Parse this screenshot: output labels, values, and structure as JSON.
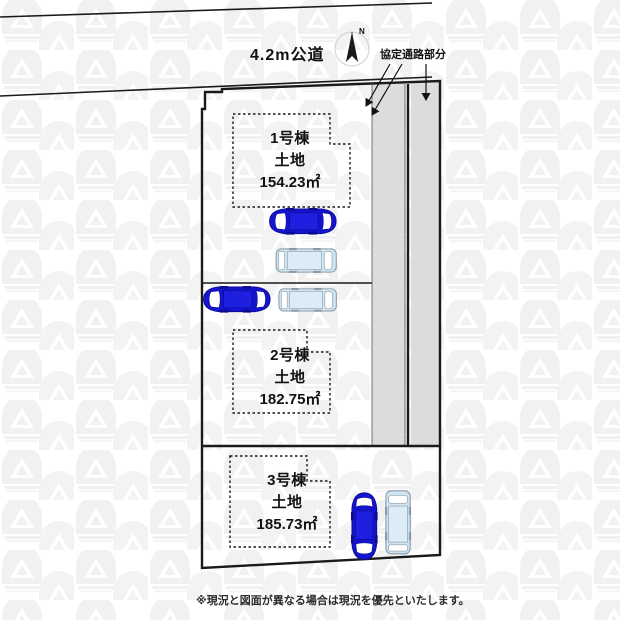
{
  "plan": {
    "road_label": "4.2m公道",
    "corridor_label": "協定通路部分",
    "compass_label": "N",
    "disclaimer": "※現況と図面が異なる場合は現況を優先といたします。",
    "lots": [
      {
        "id": "lot-1",
        "name": "1号棟",
        "kind": "土地",
        "area": "154.23",
        "unit": "㎡",
        "area_text": "154.23㎡"
      },
      {
        "id": "lot-2",
        "name": "2号棟",
        "kind": "土地",
        "area": "182.75",
        "unit": "㎡",
        "area_text": "182.75㎡"
      },
      {
        "id": "lot-3",
        "name": "3号棟",
        "kind": "土地",
        "area": "185.73",
        "unit": "㎡",
        "area_text": "185.73㎡"
      }
    ],
    "cars": [
      {
        "id": "car-lot1-sedan",
        "type": "sedan",
        "color": "#1414d2",
        "orientation": "horizontal"
      },
      {
        "id": "car-lot1-van",
        "type": "van",
        "color": "#cfe4f2",
        "orientation": "horizontal"
      },
      {
        "id": "car-lot2-sedan",
        "type": "sedan",
        "color": "#1414d2",
        "orientation": "horizontal"
      },
      {
        "id": "car-lot2-van",
        "type": "van",
        "color": "#cfe4f2",
        "orientation": "horizontal"
      },
      {
        "id": "car-lot3-sedan",
        "type": "sedan",
        "color": "#1414d2",
        "orientation": "vertical"
      },
      {
        "id": "car-lot3-van",
        "type": "van",
        "color": "#cfe4f2",
        "orientation": "vertical"
      }
    ],
    "colors": {
      "line": "#1a1a1a",
      "corridor_fill": "#dcdcdc",
      "sedan": "#1414d2",
      "van_body": "#cfe4f2",
      "van_outline": "#8a9aa6",
      "background": "#ffffff",
      "watermark": "#f2f2f2"
    }
  }
}
